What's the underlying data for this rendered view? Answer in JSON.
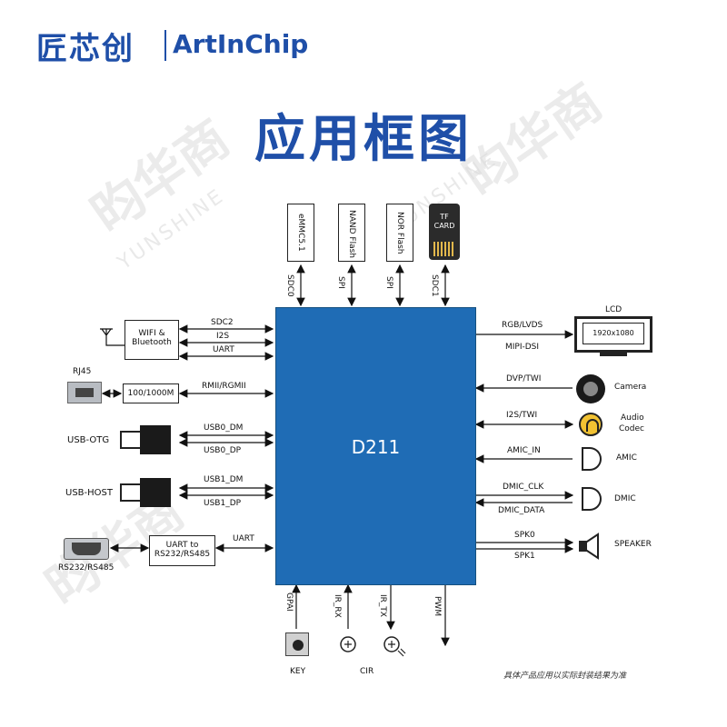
{
  "brand": {
    "cn": "匠芯创",
    "en": "ArtInChip"
  },
  "title": "应用框图",
  "watermark": {
    "cn": "昀华商",
    "en": "YUNSHINE"
  },
  "chip": {
    "name": "D211"
  },
  "top": {
    "emmc": "eMMC5.1",
    "nand": "NAND Flash",
    "nor": "NOR Flash",
    "tf_line1": "TF",
    "tf_line2": "CARD",
    "bus_sdc0": "SDC0",
    "bus_spi1": "SPI",
    "bus_spi2": "SPI",
    "bus_sdc1": "SDC1"
  },
  "left": {
    "wifi_line1": "WIFI &",
    "wifi_line2": "Bluetooth",
    "sdc2": "SDC2",
    "i2s": "I2S",
    "uart1": "UART",
    "rj45": "RJ45",
    "eth_box": "100/1000M",
    "rmii": "RMII/RGMII",
    "usb_otg": "USB-OTG",
    "usb0_dm": "USB0_DM",
    "usb0_dp": "USB0_DP",
    "usb_host": "USB-HOST",
    "usb1_dm": "USB1_DM",
    "usb1_dp": "USB1_DP",
    "rs_label": "RS232/RS485",
    "uart_conv_line1": "UART to",
    "uart_conv_line2": "RS232/RS485",
    "uart2": "UART"
  },
  "right": {
    "lcd": "LCD",
    "resolution": "1920x1080",
    "rgb_lvds": "RGB/LVDS",
    "mipi_dsi": "MIPI-DSI",
    "dvp_twi": "DVP/TWI",
    "camera": "Camera",
    "i2s_twi": "I2S/TWI",
    "audio_codec_line1": "Audio",
    "audio_codec_line2": "Codec",
    "amic_in": "AMIC_IN",
    "amic": "AMIC",
    "dmic_clk": "DMIC_CLK",
    "dmic_data": "DMIC_DATA",
    "dmic": "DMIC",
    "spk0": "SPK0",
    "spk1": "SPK1",
    "speaker": "SPEAKER"
  },
  "bottom": {
    "gpai": "GPAI",
    "ir_rx": "IR_RX",
    "ir_tx": "IR_TX",
    "pwm": "PWM",
    "key": "KEY",
    "cir": "CIR",
    "note": "具体产品应用以实际封装结果为准"
  }
}
